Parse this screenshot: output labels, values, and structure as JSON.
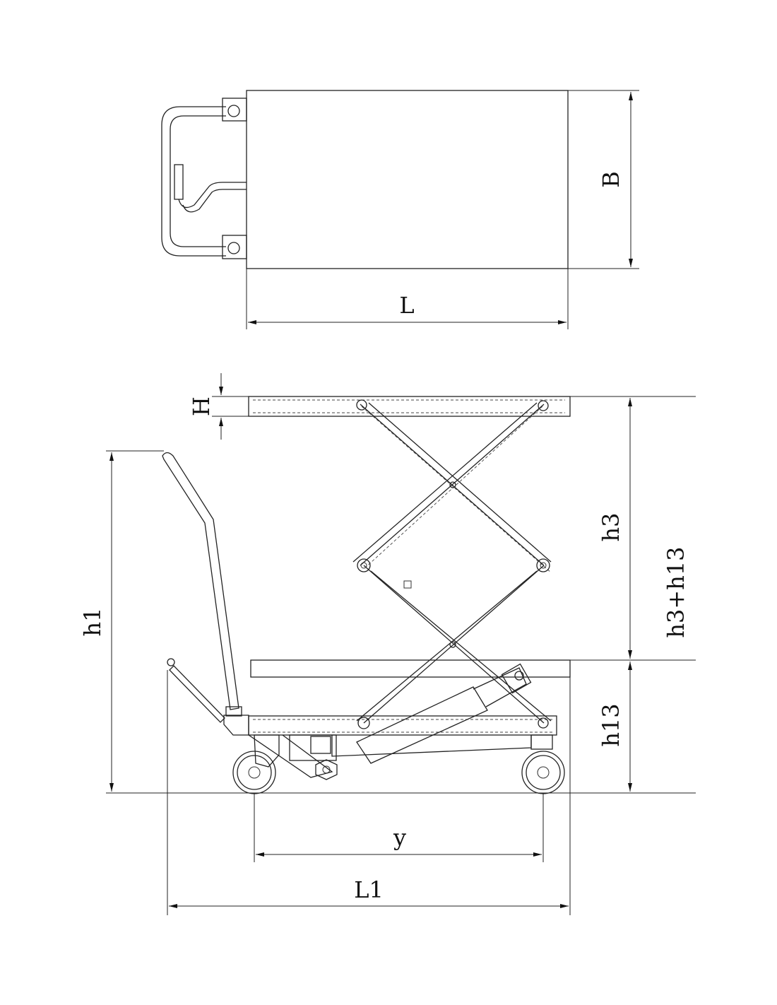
{
  "dimensions": {
    "B": "B",
    "L": "L",
    "H": "H",
    "h3": "h3",
    "h3_h13": "h3+h13",
    "h1": "h1",
    "h13": "h13",
    "y": "y",
    "L1": "L1"
  }
}
